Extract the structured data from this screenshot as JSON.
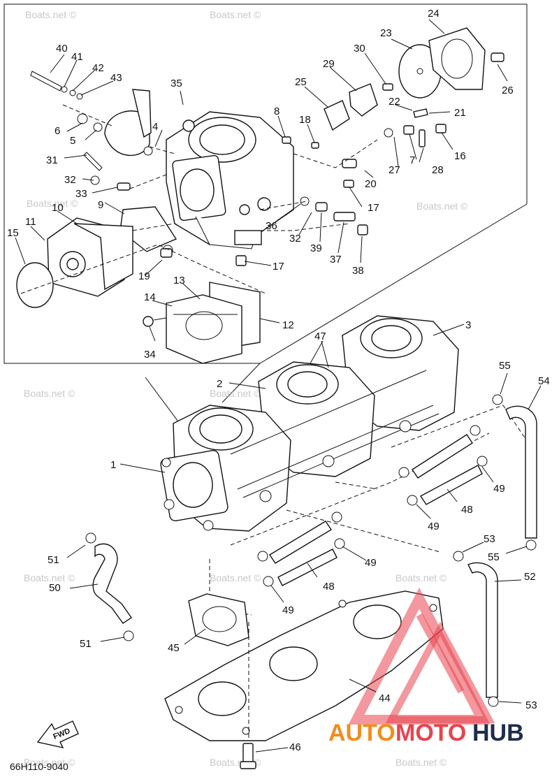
{
  "diagram_code": "66H110-9040",
  "fwd_label": "FWD",
  "watermark": "Boats.net ©",
  "brand": {
    "part1": "AUTO",
    "part2": "MOTO",
    "part3": "HUB",
    "color_primary": "#f28c1e",
    "color_accent": "#e8434f",
    "color_dark": "#1e2d4a"
  },
  "callouts": [
    "1",
    "2",
    "3",
    "4",
    "5",
    "6",
    "7",
    "8",
    "9",
    "10",
    "11",
    "12",
    "13",
    "14",
    "15",
    "16",
    "17",
    "18",
    "19",
    "20",
    "21",
    "22",
    "23",
    "24",
    "25",
    "26",
    "27",
    "28",
    "29",
    "30",
    "31",
    "32",
    "33",
    "34",
    "35",
    "36",
    "37",
    "38",
    "39",
    "40",
    "41",
    "42",
    "43",
    "44",
    "45",
    "46",
    "47",
    "48",
    "49",
    "50",
    "51",
    "52",
    "53",
    "54",
    "55"
  ]
}
